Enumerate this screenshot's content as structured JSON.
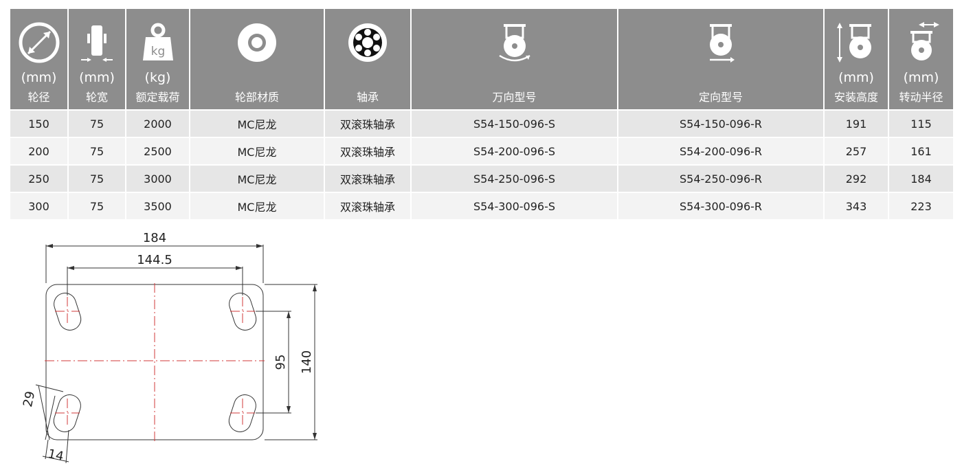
{
  "table": {
    "headers": [
      {
        "icon": "wheel-diameter-icon",
        "unit": "(mm)",
        "label": "轮径"
      },
      {
        "icon": "wheel-width-icon",
        "unit": "(mm)",
        "label": "轮宽"
      },
      {
        "icon": "weight-kg-icon",
        "icon_text": "kg",
        "unit": "(kg)",
        "label": "额定载荷"
      },
      {
        "icon": "wheel-material-icon",
        "unit": "",
        "label": "轮部材质"
      },
      {
        "icon": "ball-bearing-icon",
        "unit": "",
        "label": "轴承"
      },
      {
        "icon": "swivel-caster-icon",
        "unit": "",
        "label": "万向型号"
      },
      {
        "icon": "rigid-caster-icon",
        "unit": "",
        "label": "定向型号"
      },
      {
        "icon": "mounting-height-icon",
        "unit": "(mm)",
        "label": "安装高度"
      },
      {
        "icon": "swivel-radius-icon",
        "unit": "(mm)",
        "label": "转动半径"
      }
    ],
    "rows": [
      [
        "150",
        "75",
        "2000",
        "MC尼龙",
        "双滚珠轴承",
        "S54-150-096-S",
        "S54-150-096-R",
        "191",
        "115"
      ],
      [
        "200",
        "75",
        "2500",
        "MC尼龙",
        "双滚珠轴承",
        "S54-200-096-S",
        "S54-200-096-R",
        "257",
        "161"
      ],
      [
        "250",
        "75",
        "3000",
        "MC尼龙",
        "双滚珠轴承",
        "S54-250-096-S",
        "S54-250-096-R",
        "292",
        "184"
      ],
      [
        "300",
        "75",
        "3500",
        "MC尼龙",
        "双滚珠轴承",
        "S54-300-096-S",
        "S54-300-096-R",
        "343",
        "223"
      ]
    ]
  },
  "drawing": {
    "overall_width": "184",
    "hole_spacing_width": "144.5",
    "hole_spacing_height": "95",
    "overall_height": "140",
    "slot_length": "29",
    "slot_width": "14"
  },
  "colors": {
    "header_bg": "#8d8d8d",
    "row_bg_odd": "#e6e6e6",
    "row_bg_even": "#f3f3f3",
    "centerline": "#d23a3a"
  }
}
